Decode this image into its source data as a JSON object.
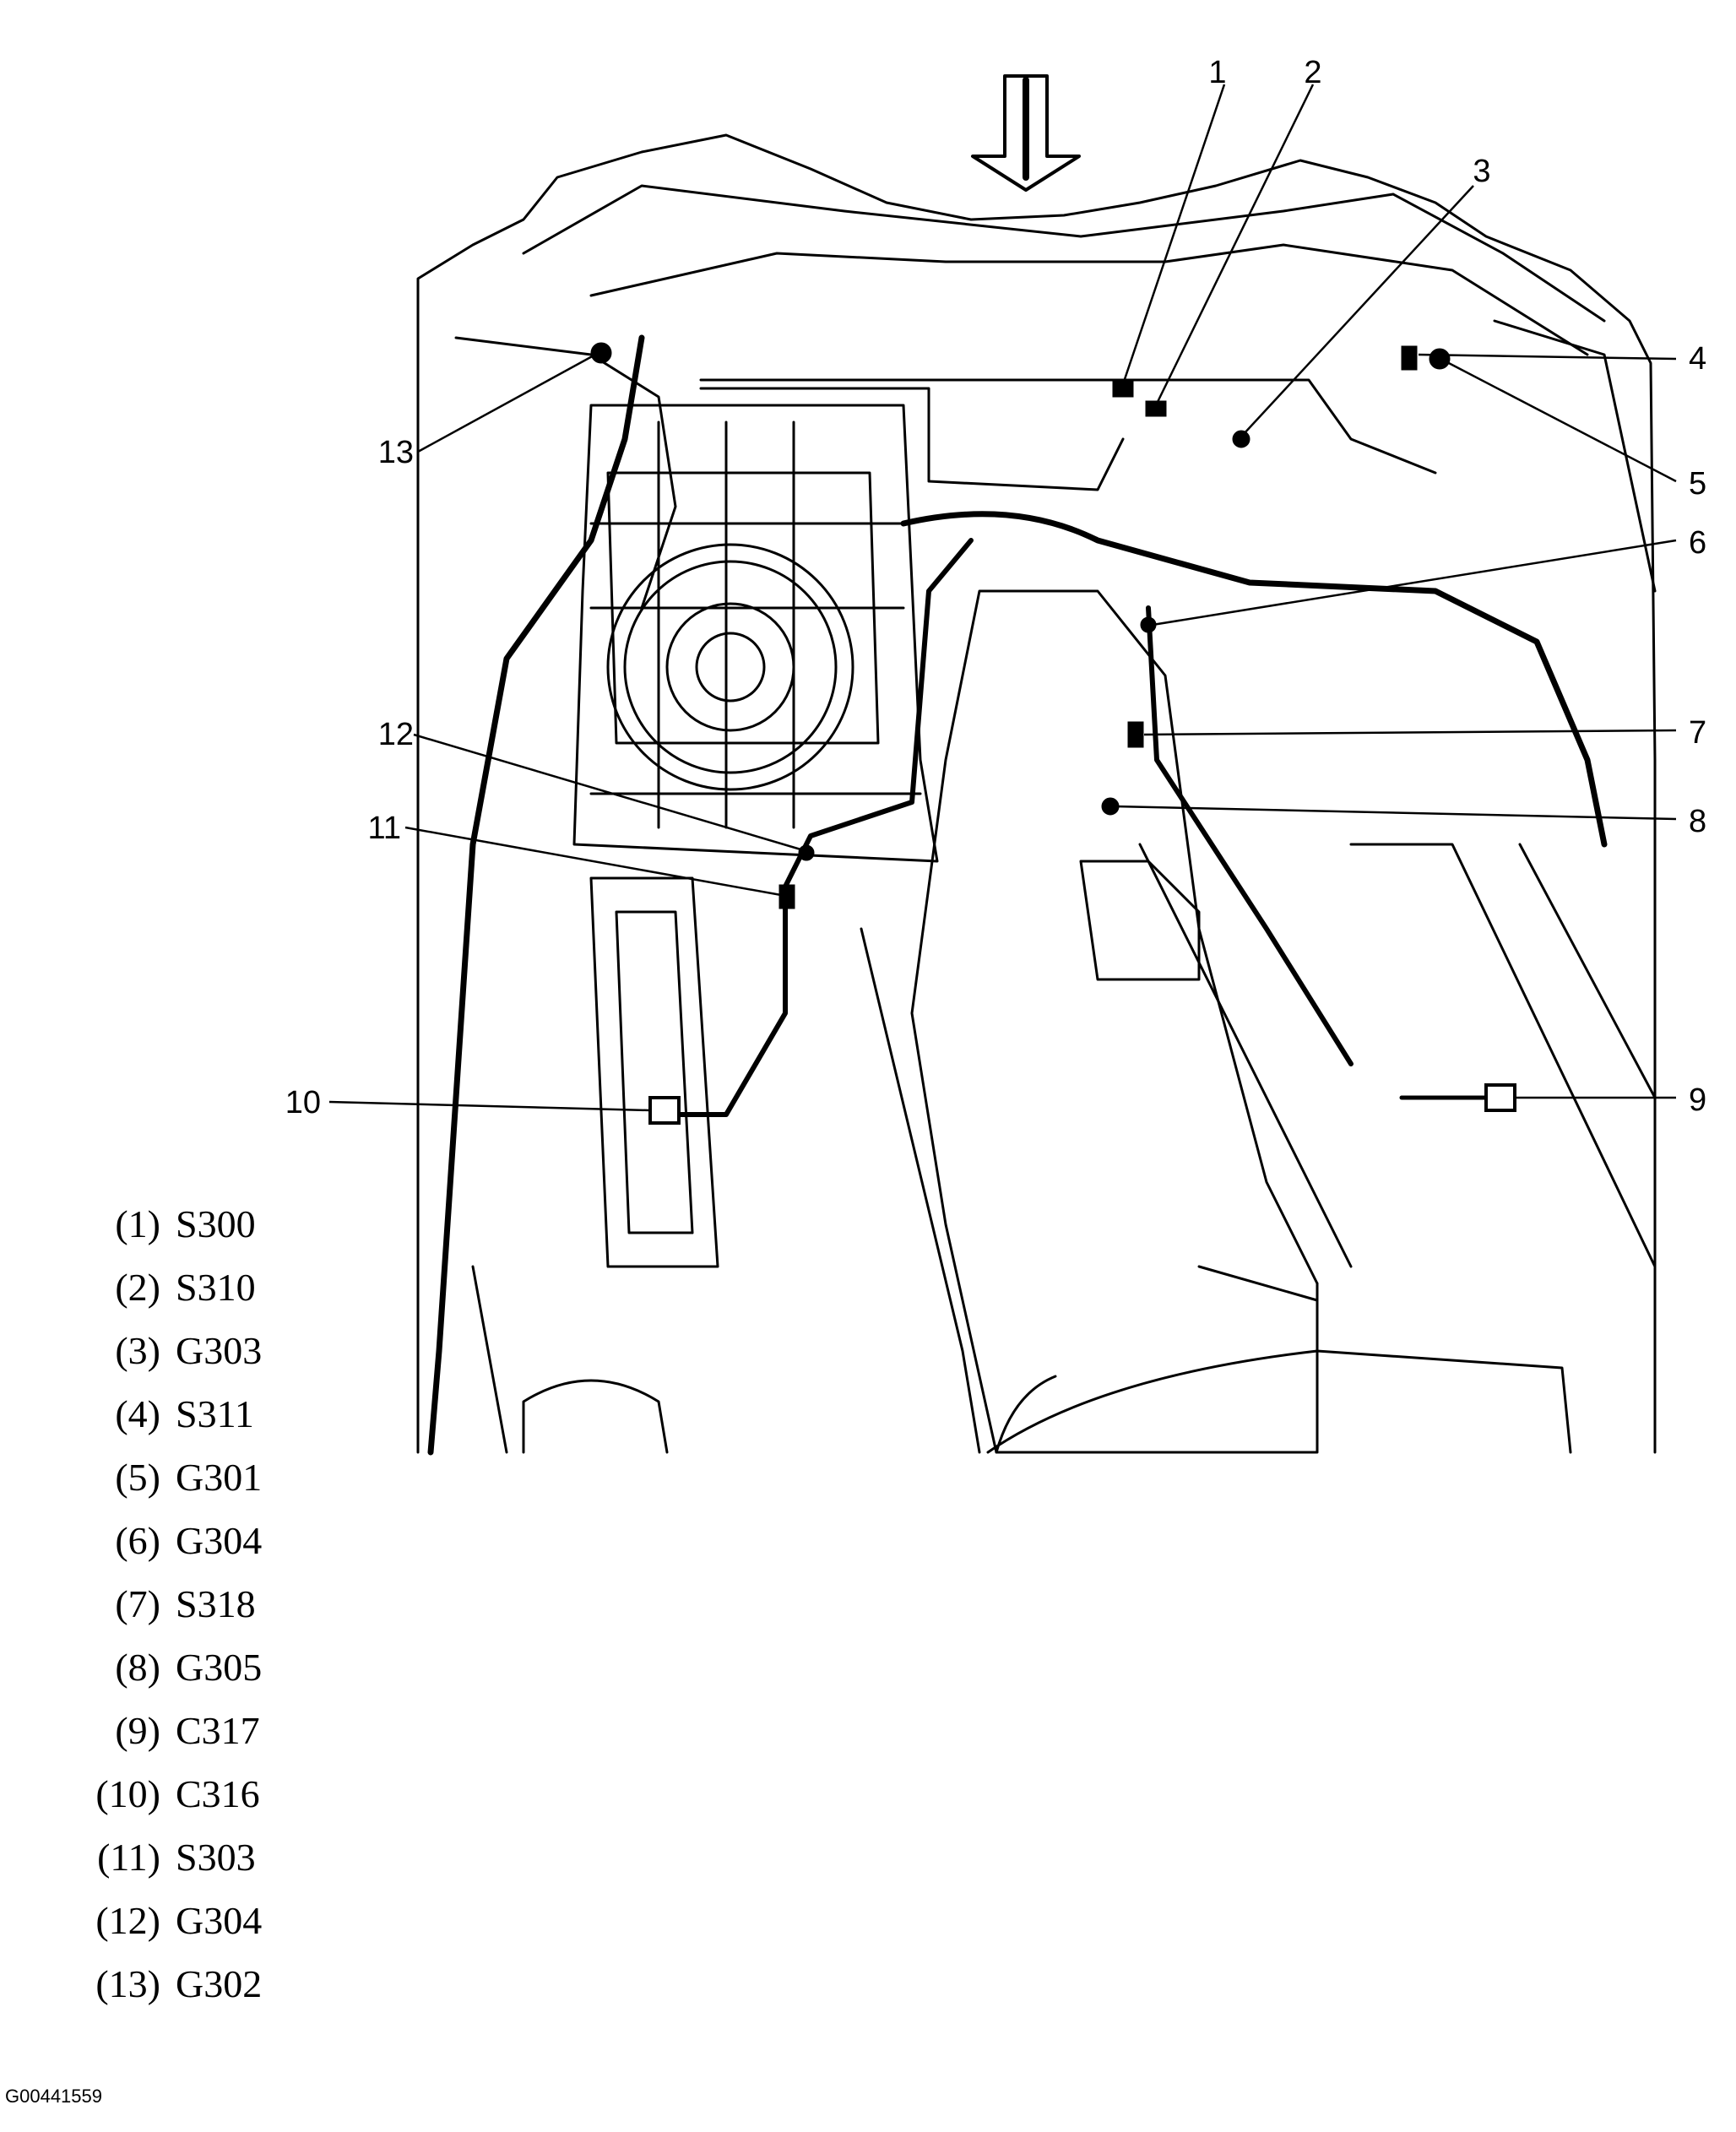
{
  "callouts": [
    "1",
    "2",
    "3",
    "4",
    "5",
    "6",
    "7",
    "8",
    "9",
    "10",
    "11",
    "12",
    "13"
  ],
  "legend": [
    {
      "index": "(1)",
      "code": "S300"
    },
    {
      "index": "(2)",
      "code": "S310"
    },
    {
      "index": "(3)",
      "code": "G303"
    },
    {
      "index": "(4)",
      "code": "S311"
    },
    {
      "index": "(5)",
      "code": "G301"
    },
    {
      "index": "(6)",
      "code": "G304"
    },
    {
      "index": "(7)",
      "code": "S318"
    },
    {
      "index": "(8)",
      "code": "G305"
    },
    {
      "index": "(9)",
      "code": "C317"
    },
    {
      "index": "(10)",
      "code": "C316"
    },
    {
      "index": "(11)",
      "code": "S303"
    },
    {
      "index": "(12)",
      "code": "G304"
    },
    {
      "index": "(13)",
      "code": "G302"
    }
  ],
  "figure_id": "G00441559",
  "colors": {
    "line": "#000000",
    "background": "#ffffff"
  }
}
